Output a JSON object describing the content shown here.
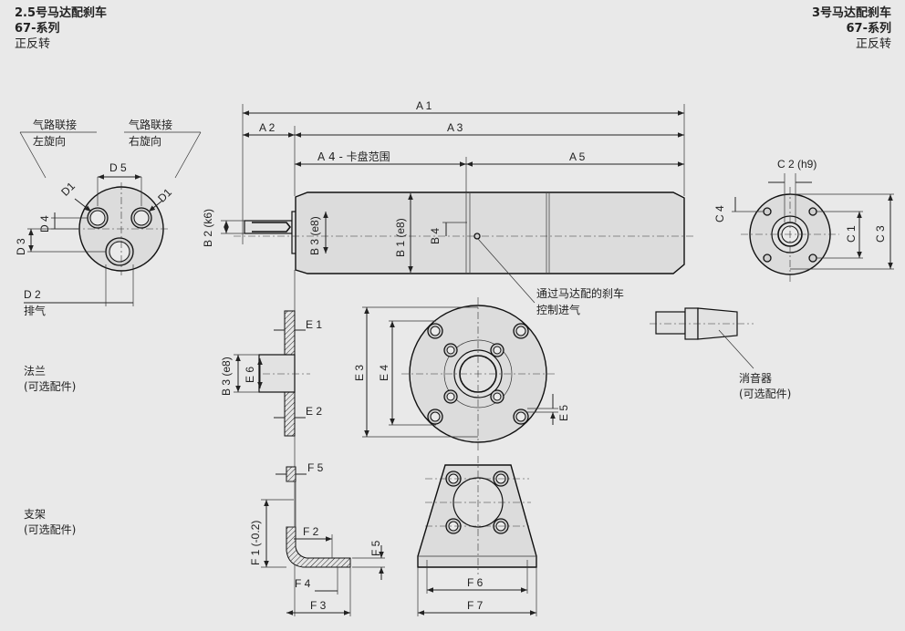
{
  "header": {
    "left_title": "2.5号马达配刹车",
    "left_series": "67-系列",
    "left_rotation": "正反转",
    "right_title": "3号马达配刹车",
    "right_series": "67-系列",
    "right_rotation": "正反转"
  },
  "side_view": {
    "air_left": "气路联接",
    "air_left_dir": "左旋向",
    "air_right": "气路联接",
    "air_right_dir": "右旋向",
    "d1_left": "D1",
    "d1_right": "D1",
    "d5": "D 5",
    "d4": "D 4",
    "d3": "D 3",
    "d2": "D 2",
    "exhaust": "排气"
  },
  "main_view": {
    "a1": "A 1",
    "a2": "A 2",
    "a3": "A 3",
    "a4": "A 4 - 卡盘范围",
    "a5": "A 5",
    "b2": "B 2 (k6)",
    "b3": "B 3 (e8)",
    "b1": "B 1 (e8)",
    "b4": "B 4",
    "brake_air_1": "通过马达配的刹车",
    "brake_air_2": "控制进气"
  },
  "end_view": {
    "c2": "C 2 (h9)",
    "c4": "C 4",
    "c1": "C 1",
    "c3": "C 3"
  },
  "muffler": {
    "name": "消音器",
    "optional": "(可选配件)"
  },
  "flange": {
    "name": "法兰",
    "optional": "(可选配件)",
    "e1": "E 1",
    "e2": "E 2",
    "e3": "E 3",
    "e4": "E 4",
    "e5": "E 5",
    "e6": "E 6",
    "b3": "B 3 (e8)"
  },
  "bracket": {
    "name": "支架",
    "optional": "(可选配件)",
    "f1": "F 1 (-0.2)",
    "f2": "F 2",
    "f3": "F 3",
    "f4": "F 4",
    "f5": "F 5",
    "f5_top": "F 5",
    "f6": "F 6",
    "f7": "F 7"
  }
}
